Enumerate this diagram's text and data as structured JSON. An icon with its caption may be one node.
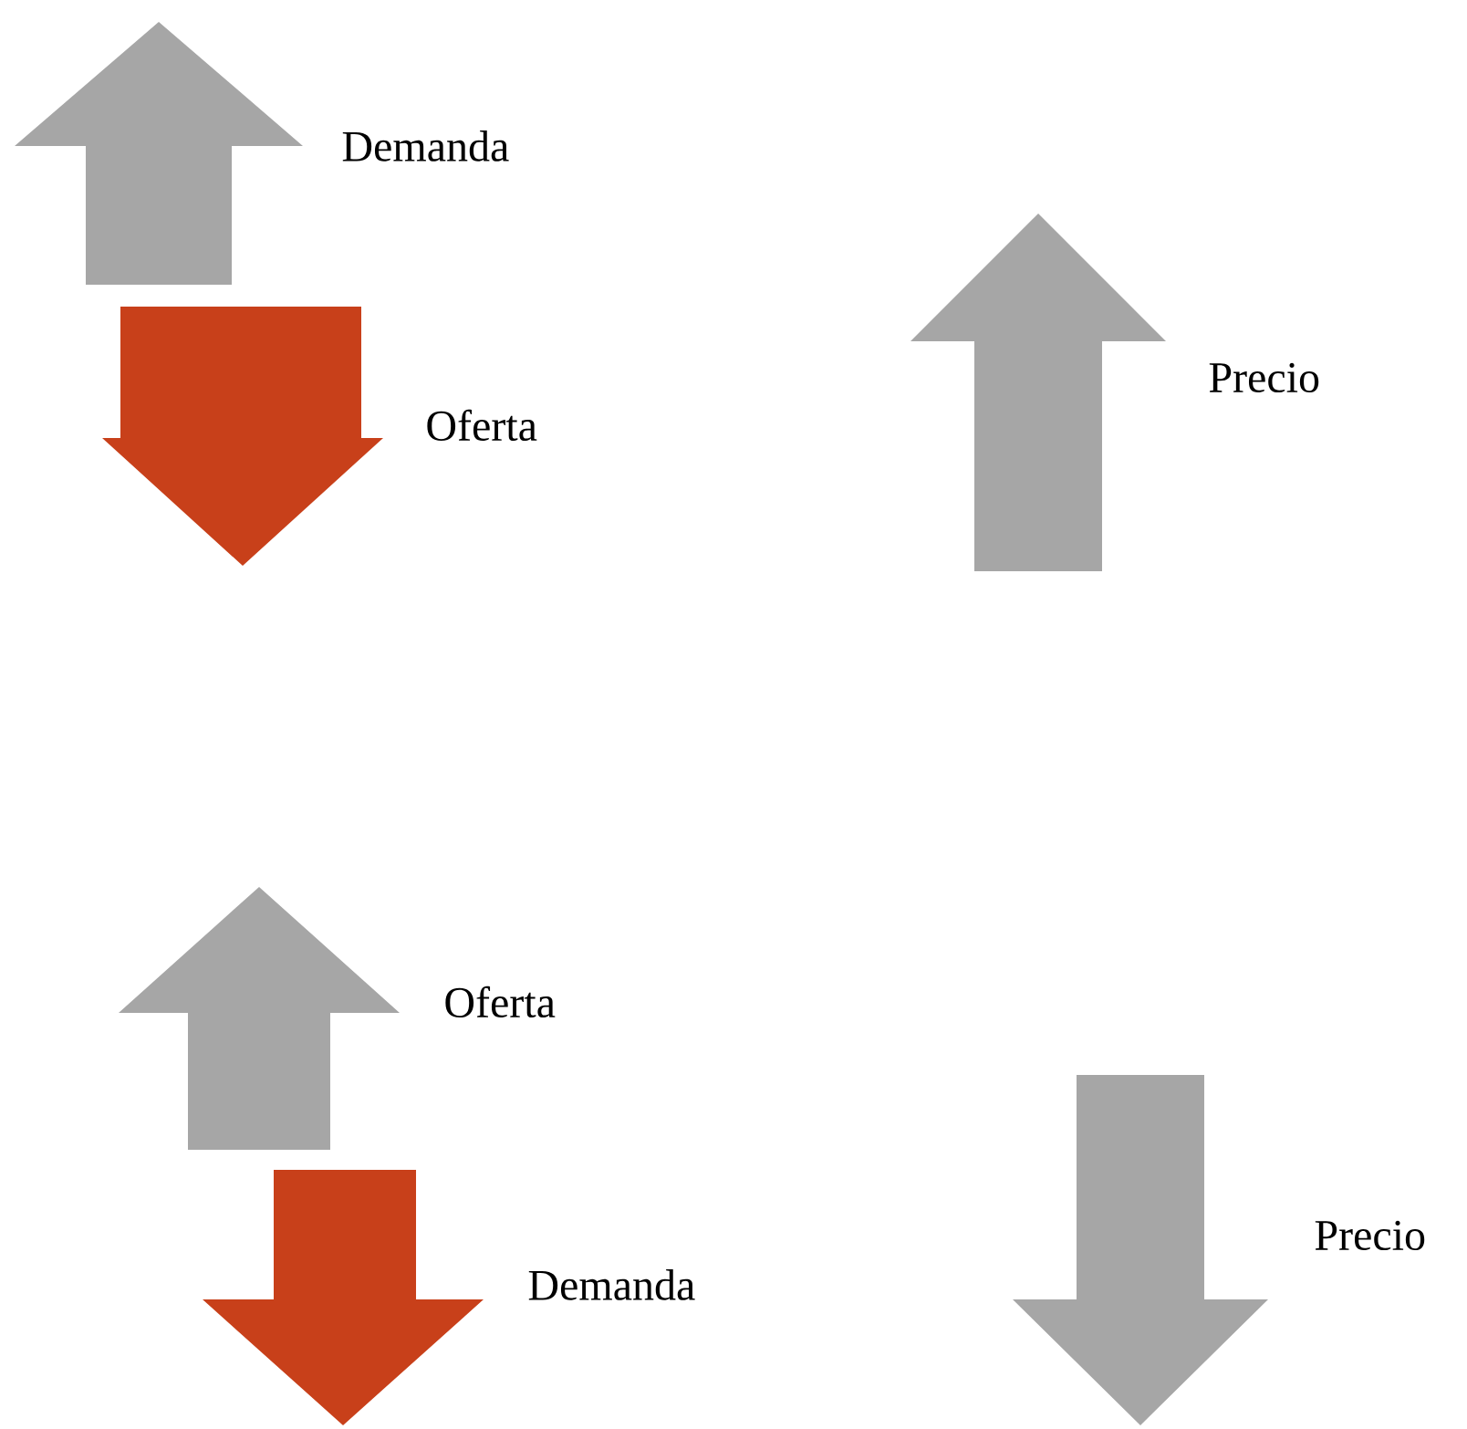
{
  "diagram": {
    "labels": [
      "Demanda",
      "Oferta",
      "Precio",
      "Oferta",
      "Demanda",
      "Precio"
    ]
  }
}
